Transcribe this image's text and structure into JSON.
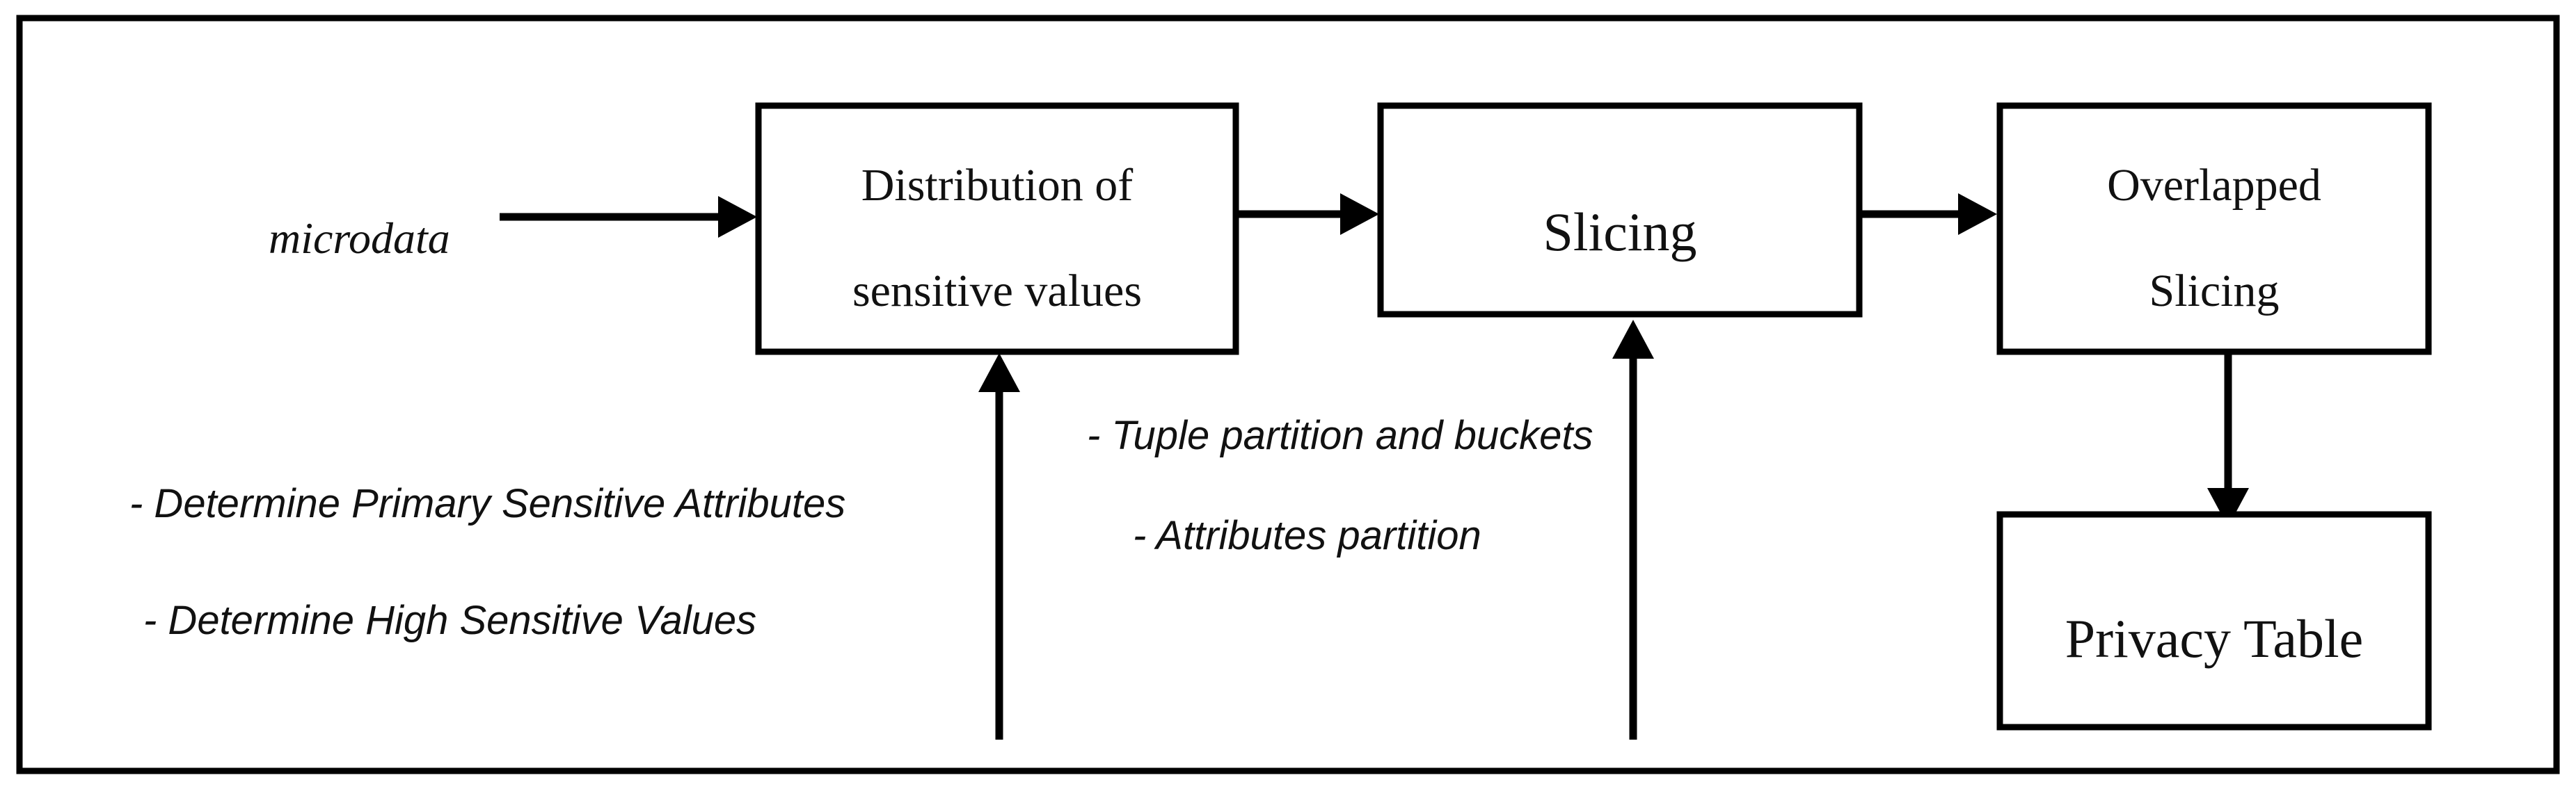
{
  "nodes": {
    "input": "microdata",
    "distribution": {
      "line1": "Distribution of",
      "line2": "sensitive values"
    },
    "slicing": "Slicing",
    "overlapped": {
      "line1": "Overlapped",
      "line2": "Slicing"
    },
    "privacy_table": "Privacy Table"
  },
  "annotations": {
    "distribution_steps": [
      "- Determine Primary Sensitive Attributes",
      "- Determine High Sensitive Values"
    ],
    "slicing_steps": [
      "- Tuple partition and buckets",
      "- Attributes partition"
    ]
  },
  "colors": {
    "stroke": "#000000",
    "text": "#111111",
    "background": "#ffffff"
  }
}
